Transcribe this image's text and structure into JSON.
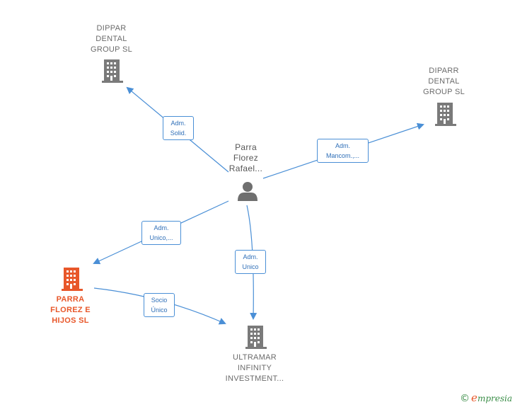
{
  "nodes": {
    "dippar": {
      "label": "DIPPAR\nDENTAL\nGROUP  SL",
      "icon": "building-icon",
      "color": "#7a7a7a"
    },
    "diparr": {
      "label": "DIPARR\nDENTAL\nGROUP  SL",
      "icon": "building-icon",
      "color": "#7a7a7a"
    },
    "person": {
      "label": "Parra\nFlorez\nRafael...",
      "icon": "person-icon",
      "color": "#6f6f6f"
    },
    "parra": {
      "label": "PARRA\nFLOREZ E\nHIJOS  SL",
      "icon": "building-icon",
      "color": "#e8572a"
    },
    "ultramar": {
      "label": "ULTRAMAR\nINFINITY\nINVESTMENT...",
      "icon": "building-icon",
      "color": "#7a7a7a"
    }
  },
  "edges": {
    "to_dippar": "Adm.\nSolid.",
    "to_diparr": "Adm.\nMancom.,...",
    "to_parra": "Adm.\nUnico,...",
    "to_ultramar": "Adm.\nUnico",
    "parra_to_ultramar": "Socio\nÚnico"
  },
  "colors": {
    "edge": "#4a8fd6",
    "focus": "#e8572a",
    "neutral": "#7a7a7a"
  },
  "footer": {
    "copyright": "©",
    "brand_initial": "e",
    "brand_rest": "mpresia"
  }
}
